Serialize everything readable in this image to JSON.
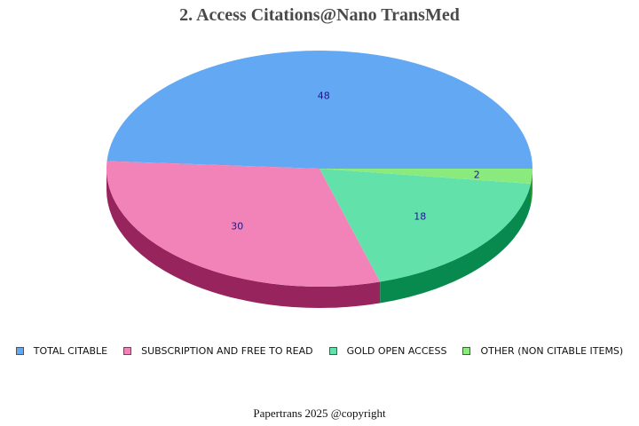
{
  "chart_data": {
    "type": "pie",
    "title": "2. Access Citations@Nano TransMed",
    "categories": [
      "TOTAL CITABLE",
      "SUBSCRIPTION AND FREE TO READ",
      "GOLD OPEN ACCESS",
      "OTHER (NON CITABLE ITEMS)"
    ],
    "values": [
      48,
      30,
      18,
      2
    ],
    "colors": [
      "#62a8f2",
      "#f283b8",
      "#62e2aa",
      "#8bea7d"
    ],
    "side_colors": [
      "#2f6fb8",
      "#97245c",
      "#088a4e",
      "#2a9a2a"
    ],
    "legend_position": "bottom",
    "three_d": true
  },
  "title": "2. Access Citations@Nano TransMed",
  "legend": [
    {
      "label": "TOTAL CITABLE",
      "color": "#62a8f2"
    },
    {
      "label": "SUBSCRIPTION AND FREE TO READ",
      "color": "#f283b8"
    },
    {
      "label": "GOLD OPEN ACCESS",
      "color": "#62e2aa"
    },
    {
      "label": "OTHER (NON CITABLE ITEMS)",
      "color": "#8bea7d"
    }
  ],
  "labels": [
    "48",
    "30",
    "18",
    "2"
  ],
  "footer": "Papertrans 2025 @copyright"
}
